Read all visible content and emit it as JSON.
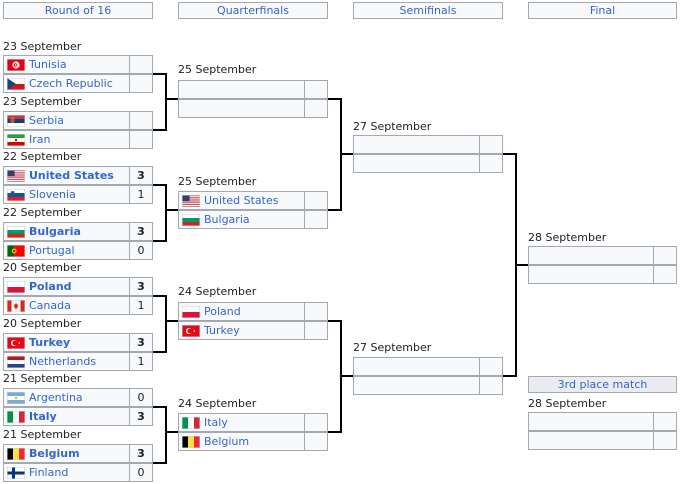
{
  "headers": {
    "round_of_16": "Round of 16",
    "quarterfinals": "Quarterfinals",
    "semifinals": "Semifinals",
    "final": "Final"
  },
  "third_place_label": "3rd place match",
  "round_of_16": [
    {
      "date": "23 September",
      "teams": [
        {
          "name": "Tunisia",
          "flag": "tunisia",
          "score": "",
          "winner": false
        },
        {
          "name": "Czech Republic",
          "flag": "czech",
          "score": "",
          "winner": false
        }
      ]
    },
    {
      "date": "23 September",
      "teams": [
        {
          "name": "Serbia",
          "flag": "serbia",
          "score": "",
          "winner": false
        },
        {
          "name": "Iran",
          "flag": "iran",
          "score": "",
          "winner": false
        }
      ]
    },
    {
      "date": "22 September",
      "teams": [
        {
          "name": "United States",
          "flag": "usa",
          "score": "3",
          "winner": true
        },
        {
          "name": "Slovenia",
          "flag": "slovenia",
          "score": "1",
          "winner": false
        }
      ]
    },
    {
      "date": "22 September",
      "teams": [
        {
          "name": "Bulgaria",
          "flag": "bulgaria",
          "score": "3",
          "winner": true
        },
        {
          "name": "Portugal",
          "flag": "portugal",
          "score": "0",
          "winner": false
        }
      ]
    },
    {
      "date": "20 September",
      "teams": [
        {
          "name": "Poland",
          "flag": "poland",
          "score": "3",
          "winner": true
        },
        {
          "name": "Canada",
          "flag": "canada",
          "score": "1",
          "winner": false
        }
      ]
    },
    {
      "date": "20 September",
      "teams": [
        {
          "name": "Turkey",
          "flag": "turkey",
          "score": "3",
          "winner": true
        },
        {
          "name": "Netherlands",
          "flag": "netherlands",
          "score": "1",
          "winner": false
        }
      ]
    },
    {
      "date": "21 September",
      "teams": [
        {
          "name": "Argentina",
          "flag": "argentina",
          "score": "0",
          "winner": false
        },
        {
          "name": "Italy",
          "flag": "italy",
          "score": "3",
          "winner": true
        }
      ]
    },
    {
      "date": "21 September",
      "teams": [
        {
          "name": "Belgium",
          "flag": "belgium",
          "score": "3",
          "winner": true
        },
        {
          "name": "Finland",
          "flag": "finland",
          "score": "0",
          "winner": false
        }
      ]
    }
  ],
  "quarterfinals": [
    {
      "date": "25 September",
      "teams": [
        {
          "name": "",
          "flag": "",
          "score": "",
          "winner": false
        },
        {
          "name": "",
          "flag": "",
          "score": "",
          "winner": false
        }
      ]
    },
    {
      "date": "25 September",
      "teams": [
        {
          "name": "United States",
          "flag": "usa",
          "score": "",
          "winner": false
        },
        {
          "name": "Bulgaria",
          "flag": "bulgaria",
          "score": "",
          "winner": false
        }
      ]
    },
    {
      "date": "24 September",
      "teams": [
        {
          "name": "Poland",
          "flag": "poland",
          "score": "",
          "winner": false
        },
        {
          "name": "Turkey",
          "flag": "turkey",
          "score": "",
          "winner": false
        }
      ]
    },
    {
      "date": "24 September",
      "teams": [
        {
          "name": "Italy",
          "flag": "italy",
          "score": "",
          "winner": false
        },
        {
          "name": "Belgium",
          "flag": "belgium",
          "score": "",
          "winner": false
        }
      ]
    }
  ],
  "semifinals": [
    {
      "date": "27 September",
      "teams": [
        {
          "name": "",
          "flag": "",
          "score": "",
          "winner": false
        },
        {
          "name": "",
          "flag": "",
          "score": "",
          "winner": false
        }
      ]
    },
    {
      "date": "27 September",
      "teams": [
        {
          "name": "",
          "flag": "",
          "score": "",
          "winner": false
        },
        {
          "name": "",
          "flag": "",
          "score": "",
          "winner": false
        }
      ]
    }
  ],
  "final": {
    "date": "28 September",
    "teams": [
      {
        "name": "",
        "flag": "",
        "score": "",
        "winner": false
      },
      {
        "name": "",
        "flag": "",
        "score": "",
        "winner": false
      }
    ]
  },
  "third_place": {
    "date": "28 September",
    "teams": [
      {
        "name": "",
        "flag": "",
        "score": "",
        "winner": false
      },
      {
        "name": "",
        "flag": "",
        "score": "",
        "winner": false
      }
    ]
  }
}
